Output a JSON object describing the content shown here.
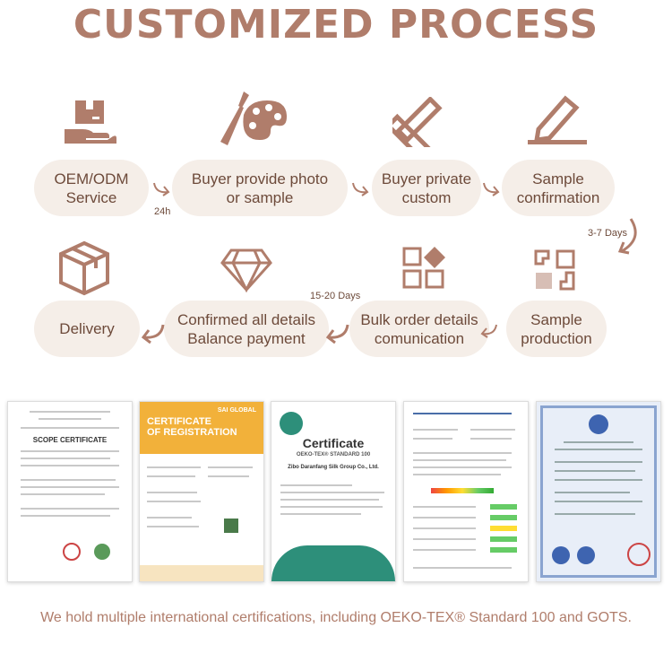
{
  "title": "CUSTOMIZED PROCESS",
  "steps": [
    {
      "label": "OEM/ODM\nService",
      "icon": "box-hand-icon"
    },
    {
      "label": "Buyer provide photo\nor sample",
      "icon": "palette-icon"
    },
    {
      "label": "Buyer private\ncustom",
      "icon": "pencil-ruler-icon"
    },
    {
      "label": "Sample\nconfirmation",
      "icon": "pen-sign-icon"
    },
    {
      "label": "Sample\nproduction",
      "icon": "shapes-icon"
    },
    {
      "label": "Bulk order details\ncomunication",
      "icon": "grid-diamond-icon"
    },
    {
      "label": "Confirmed all details\nBalance payment",
      "icon": "diamond-icon"
    },
    {
      "label": "Delivery",
      "icon": "package-icon"
    }
  ],
  "notes": {
    "n24h": "24h",
    "days37": "3-7 Days",
    "days1520": "15-20 Days"
  },
  "certificates": [
    {
      "heading": "SCOPE CERTIFICATE"
    },
    {
      "heading": "CERTIFICATE\nOF REGISTRATION",
      "brand": "SAI GLOBAL"
    },
    {
      "heading": "Certificate",
      "sub": "OEKO-TEX® STANDARD 100",
      "company": "Zibo Daranfang Silk Group Co., Ltd."
    },
    {
      "heading": ""
    },
    {
      "heading": ""
    }
  ],
  "footer": "We hold multiple international certifications, including OEKO-TEX® Standard 100 and GOTS.",
  "colors": {
    "accent": "#b07d6b",
    "pill": "#f5eee8",
    "text": "#6d4a3a"
  }
}
